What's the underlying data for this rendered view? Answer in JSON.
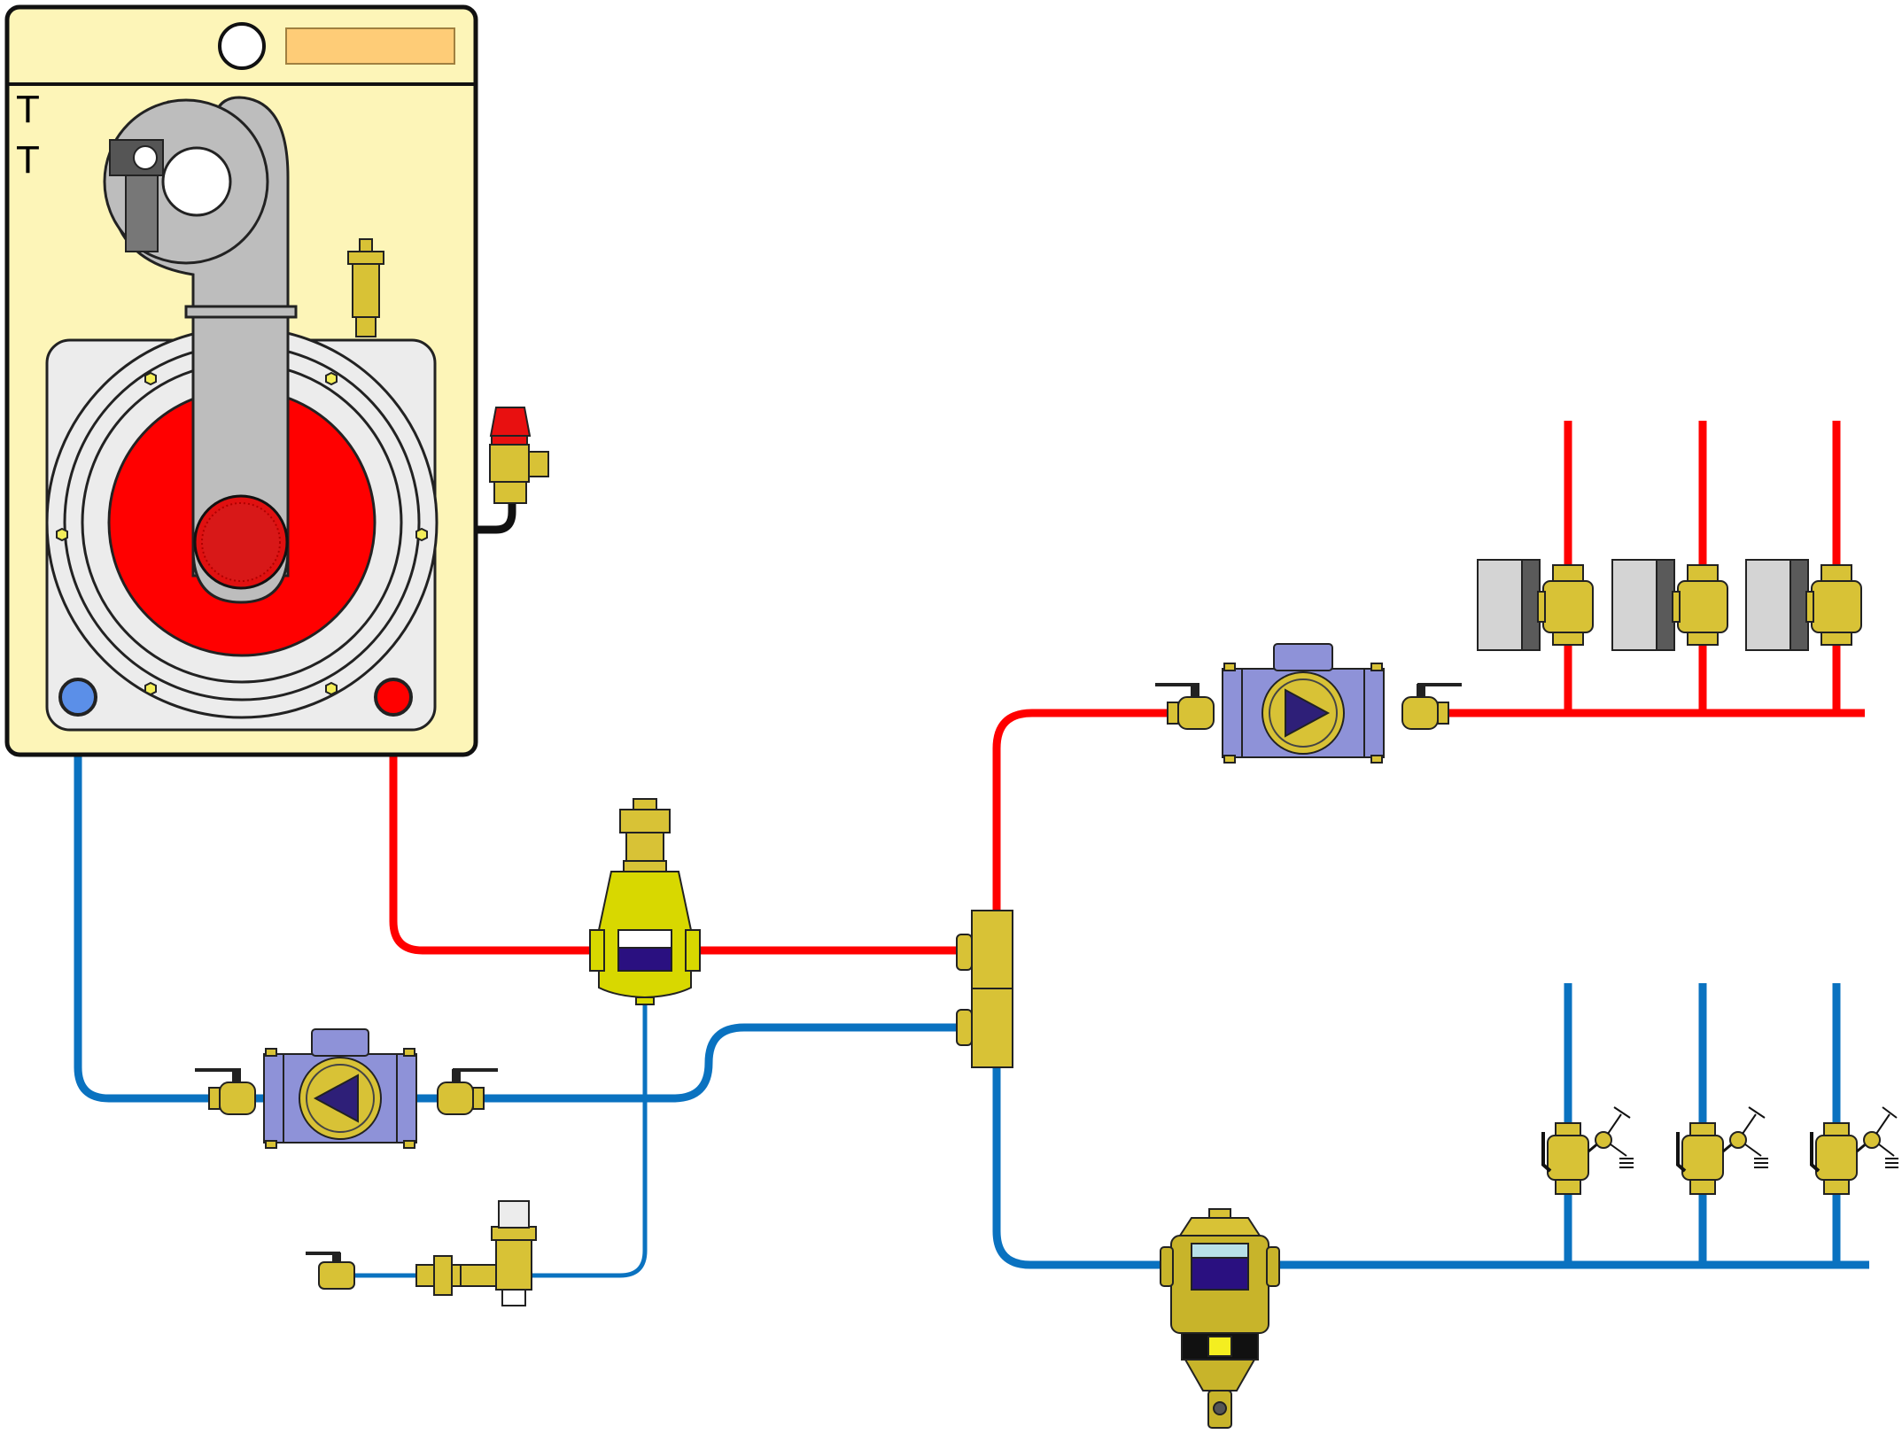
{
  "boiler": {
    "temp_labels": [
      "T",
      "T"
    ]
  },
  "colors": {
    "supply_pipe": "#ff0000",
    "return_pipe": "#0a72c0",
    "brass": "#c8b42a",
    "boiler_body": "#fdf5b8",
    "pump_body": "#8e92d8",
    "pump_arrow": "#2e1f78",
    "radiator_light": "#d4d4d4",
    "radiator_dark": "#5a5a5a",
    "flame": "#ff0000"
  },
  "icons": {
    "boiler": "boiler-icon",
    "burner": "burner-icon",
    "air_vent": "air-vent-icon",
    "safety_valve": "safety-valve-icon",
    "circulation_pump": "circulation-pump-icon",
    "air_separator": "air-separator-icon",
    "hydraulic_separator": "hydraulic-separator-icon",
    "dirt_separator": "dirt-separator-icon",
    "filling_unit": "filling-unit-icon",
    "radiator": "radiator-icon",
    "radiator_valve": "radiator-valve-icon",
    "lockshield_valve": "lockshield-valve-icon",
    "ball_valve": "ball-valve-icon"
  },
  "emitters": {
    "supply_branches": 3,
    "return_branches": 3
  }
}
